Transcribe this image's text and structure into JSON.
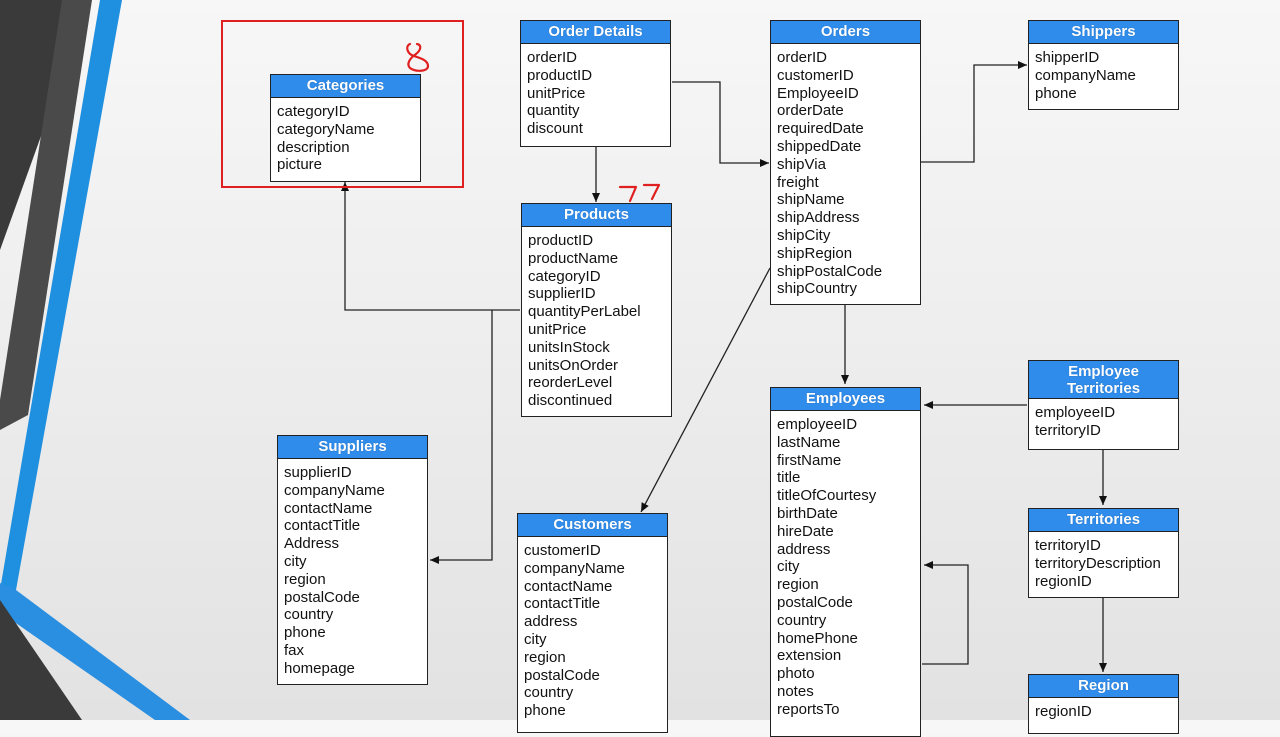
{
  "annotations": {
    "categories_count": "8",
    "products_count": "77"
  },
  "tables": {
    "categories": {
      "title": "Categories",
      "fields": [
        "categoryID",
        "categoryName",
        "description",
        "picture"
      ]
    },
    "order_details": {
      "title": "Order Details",
      "fields": [
        "orderID",
        "productID",
        "unitPrice",
        "quantity",
        "discount"
      ]
    },
    "orders": {
      "title": "Orders",
      "fields": [
        "orderID",
        "customerID",
        "EmployeeID",
        "orderDate",
        "requiredDate",
        "shippedDate",
        "shipVia",
        "freight",
        "shipName",
        "shipAddress",
        "shipCity",
        "shipRegion",
        "shipPostalCode",
        "shipCountry"
      ]
    },
    "shippers": {
      "title": "Shippers",
      "fields": [
        "shipperID",
        "companyName",
        "phone"
      ]
    },
    "products": {
      "title": "Products",
      "fields": [
        "productID",
        "productName",
        "categoryID",
        "supplierID",
        "quantityPerLabel",
        "unitPrice",
        "unitsInStock",
        "unitsOnOrder",
        "reorderLevel",
        "discontinued"
      ]
    },
    "suppliers": {
      "title": "Suppliers",
      "fields": [
        "supplierID",
        "companyName",
        "contactName",
        "contactTitle",
        "Address",
        "city",
        "region",
        "postalCode",
        "country",
        "phone",
        "fax",
        "homepage"
      ]
    },
    "customers": {
      "title": "Customers",
      "fields": [
        "customerID",
        "companyName",
        "contactName",
        "contactTitle",
        "address",
        "city",
        "region",
        "postalCode",
        "country",
        "phone"
      ]
    },
    "employees": {
      "title": "Employees",
      "fields": [
        "employeeID",
        "lastName",
        "firstName",
        "title",
        "titleOfCourtesy",
        "birthDate",
        "hireDate",
        "address",
        "city",
        "region",
        "postalCode",
        "country",
        "homePhone",
        "extension",
        "photo",
        "notes",
        "reportsTo"
      ]
    },
    "employee_territories": {
      "title_line1": "Employee",
      "title_line2": "Territories",
      "fields": [
        "employeeID",
        "territoryID"
      ]
    },
    "territories": {
      "title": "Territories",
      "fields": [
        "territoryID",
        "territoryDescription",
        "regionID"
      ]
    },
    "region": {
      "title": "Region",
      "fields": [
        "regionID"
      ]
    }
  },
  "colors": {
    "header": "#2f8ceb",
    "accent_blue": "#1f8fe0",
    "dark_stripe": "#3a3a3a",
    "highlight": "#e02020"
  }
}
